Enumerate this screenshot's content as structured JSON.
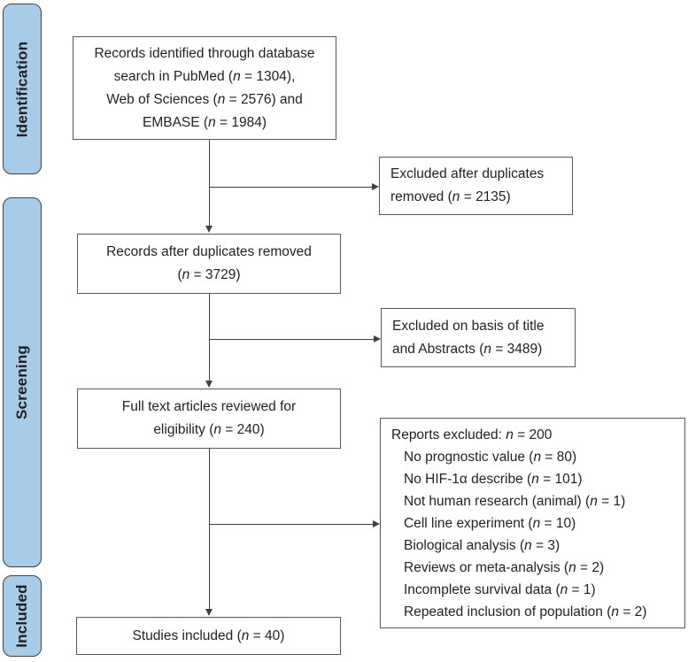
{
  "figure": {
    "type": "prisma-flow-diagram",
    "stages": [
      "Identification",
      "Screening",
      "Included"
    ]
  },
  "palette": {
    "stage_fill": "#a8cbe8",
    "stage_border": "#414042",
    "box_border": "#58595b",
    "box_fill": "#ffffff",
    "text": "#231f20",
    "line": "#404041",
    "background": "#ffffff"
  },
  "boxes": {
    "identified": {
      "lines": [
        "Records identified through database",
        "search in PubMed (*n* = 1304),",
        "Web of Sciences (*n* = 2576) and",
        "EMBASE (*n* = 1984)"
      ]
    },
    "excluded_duplicates": {
      "lines": [
        "Excluded after duplicates",
        "removed (*n* = 2135)"
      ]
    },
    "after_duplicates": {
      "lines": [
        "Records after duplicates removed",
        "(*n* = 3729)"
      ]
    },
    "excluded_title_abstracts": {
      "lines": [
        "Excluded on basis of title",
        "and Abstracts (*n* = 3489)"
      ]
    },
    "full_text_reviewed": {
      "lines": [
        "Full text articles reviewed for",
        "eligibility (*n* = 240)"
      ]
    },
    "reports_excluded": {
      "header": "Reports excluded: *n* = 200",
      "reasons": [
        "No prognostic value (*n* = 80)",
        "No HIF-1α describe (*n* = 101)",
        "Not human research (animal) (*n* = 1)",
        "Cell line experiment (*n* = 10)",
        "Biological analysis (*n* = 3)",
        "Reviews or meta-analysis (*n* = 2)",
        "Incomplete survival data (*n* = 1)",
        "Repeated inclusion of population (*n* = 2)"
      ]
    },
    "studies_included": {
      "lines": [
        "Studies included (*n* = 40)"
      ]
    }
  }
}
